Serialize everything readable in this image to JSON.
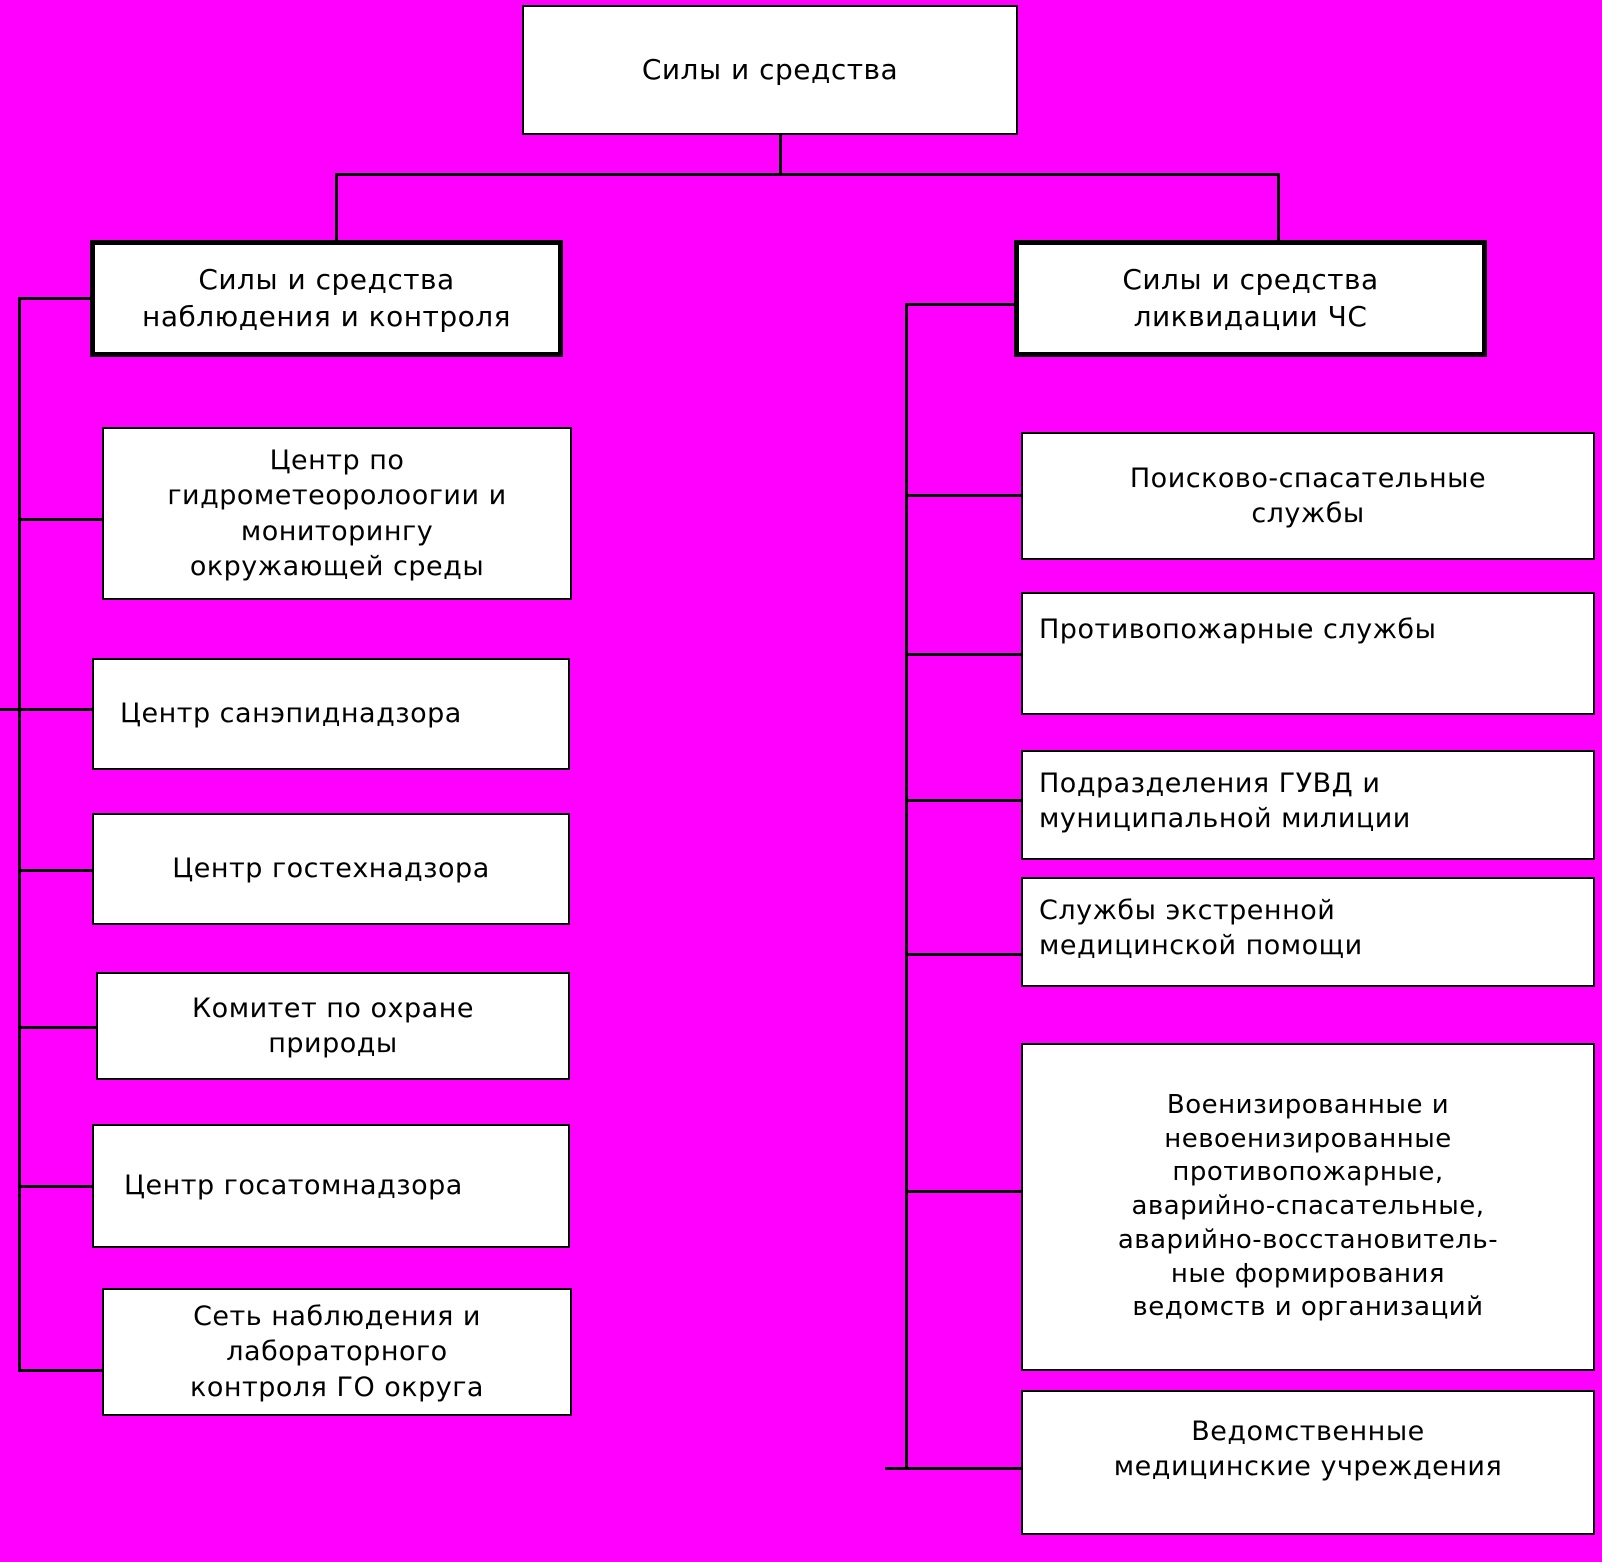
{
  "diagram": {
    "title": "Силы и средства",
    "background_color": "#FF00FF",
    "box_color": "#FFFFFF",
    "line_color": "#000000",
    "root": {
      "label": "Силы и средства"
    },
    "branches": [
      {
        "id": "observation",
        "header": "Силы и средства\nнаблюдения и контроля",
        "children": [
          {
            "label": "Центр по\nгидрометеоролоогии и\nмониторингу\nокружающей среды"
          },
          {
            "label": "Центр санэпиднадзора"
          },
          {
            "label": "Центр гостехнадзора"
          },
          {
            "label": "Комитет по охране\nприроды"
          },
          {
            "label": "Центр госатомнадзора"
          },
          {
            "label": "Сеть наблюдения и\nлабораторного\nконтроля ГО округа"
          }
        ]
      },
      {
        "id": "liquidation",
        "header": "Силы и средства\nликвидации ЧС",
        "children": [
          {
            "label": "Поисково-спасательные\nслужбы"
          },
          {
            "label": "Противопожарные службы"
          },
          {
            "label": "Подразделения ГУВД и\nмуниципальной милиции"
          },
          {
            "label": "Службы экстренной\nмедицинской помощи"
          },
          {
            "label": "Военизированные и\nневоенизированные\nпротивопожарные,\nаварийно-спасательные,\nаварийно-восстановитель-\nные формирования\nведомств и организаций"
          },
          {
            "label": "Ведомственные\nмедицинские учреждения"
          }
        ]
      }
    ]
  }
}
